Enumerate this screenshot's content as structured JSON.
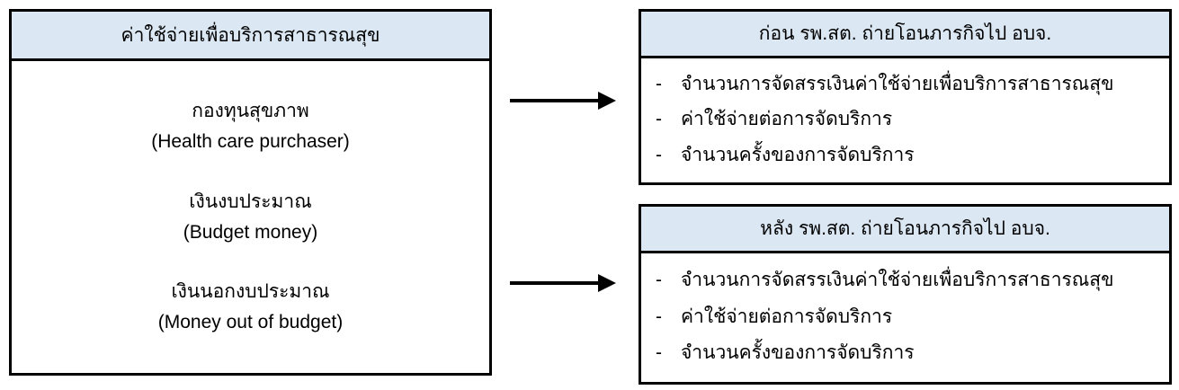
{
  "colors": {
    "header_fill": "#dbe7f3",
    "border": "#000000",
    "text": "#000000",
    "background": "#ffffff"
  },
  "bullet_marker": "-",
  "left_box": {
    "header": "ค่าใช้จ่ายเพื่อบริการสาธารณสุข",
    "items": [
      {
        "thai": "กองทุนสุขภาพ",
        "english": "(Health care purchaser)"
      },
      {
        "thai": "เงินงบประมาณ",
        "english": "(Budget money)"
      },
      {
        "thai": "เงินนอกงบประมาณ",
        "english": "(Money out of budget)"
      }
    ]
  },
  "right_boxes": [
    {
      "header": "ก่อน รพ.สต. ถ่ายโอนภารกิจไป อบจ.",
      "bullets": [
        "จำนวนการจัดสรรเงินค่าใช้จ่ายเพื่อบริการสาธารณสุข",
        "ค่าใช้จ่ายต่อการจัดบริการ",
        "จำนวนครั้งของการจัดบริการ"
      ]
    },
    {
      "header": "หลัง รพ.สต. ถ่ายโอนภารกิจไป อบจ.",
      "bullets": [
        "จำนวนการจัดสรรเงินค่าใช้จ่ายเพื่อบริการสาธารณสุข",
        "ค่าใช้จ่ายต่อการจัดบริการ",
        "จำนวนครั้งของการจัดบริการ"
      ]
    }
  ]
}
